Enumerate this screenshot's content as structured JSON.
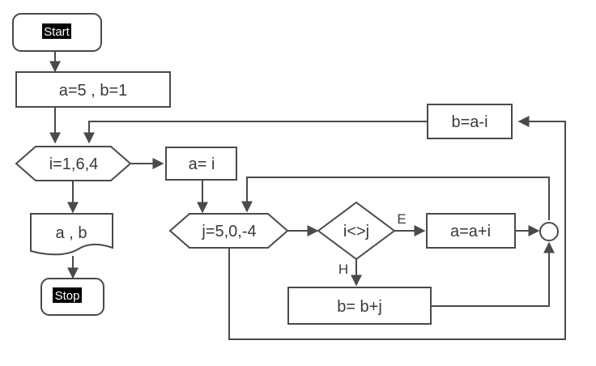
{
  "start": {
    "label": "Start"
  },
  "stop": {
    "label": "Stop"
  },
  "init": {
    "label": "a=5 , b=1"
  },
  "outer_loop": {
    "label": "i=1,6,4"
  },
  "assign_a": {
    "label": "a= i"
  },
  "inner_loop": {
    "label": "j=5,0,-4"
  },
  "condition": {
    "label": "i<>j",
    "yes": "E",
    "no": "H"
  },
  "add_i": {
    "label": "a=a+i"
  },
  "add_j": {
    "label": "b= b+j"
  },
  "sub": {
    "label": "b=a-i"
  },
  "output": {
    "label": "a , b"
  },
  "colors": {
    "stroke": "#4a4a4a",
    "tag_bg": "#000000",
    "text": "#3a3a3a"
  }
}
